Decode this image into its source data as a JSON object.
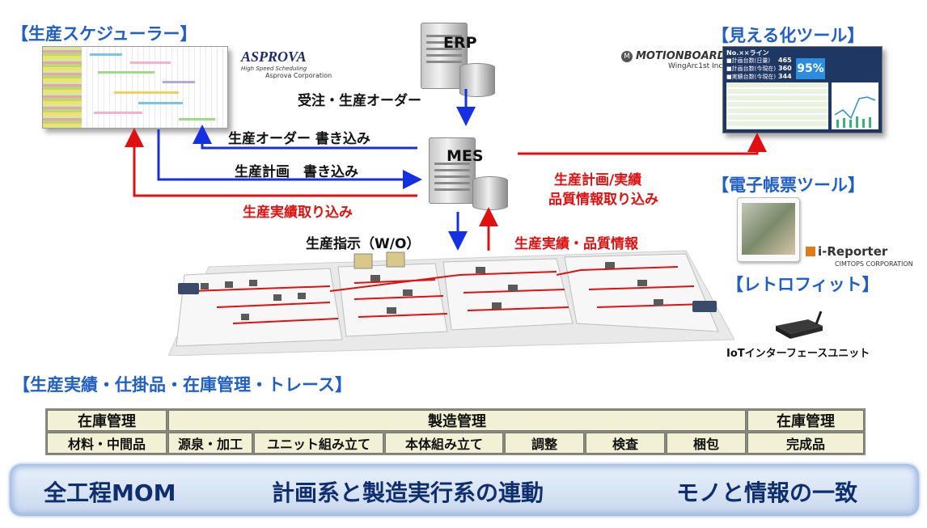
{
  "titles": {
    "scheduler": "【生産スケジューラー】",
    "visualization": "【見える化ツール】",
    "eform": "【電子帳票ツール】",
    "retrofit": "【レトロフィット】",
    "management": "【生産実績・仕掛品・在庫管理・トレース】"
  },
  "logos": {
    "asprova": "ASPROVA",
    "asprova_tagline": "High Speed Scheduling",
    "asprova_corp": "Asprova Corporation",
    "motionboard": "MOTIONBOARD",
    "motionboard_corp": "WingArc1st Inc.",
    "ireporter": "i-Reporter",
    "ireporter_corp": "CIMTOPS CORPORATION"
  },
  "servers": {
    "erp": "ERP",
    "mes": "MES"
  },
  "iot_label": "IoTインターフェースユニット",
  "flows": {
    "order_in": "受注・生産オーダー",
    "order_write": "生産オーダー 書き込み",
    "plan_write": "生産計画　書き込み",
    "actual_import": "生産実績取り込み",
    "plan_actual_line1": "生産計画/実績",
    "plan_actual_line2": "品質情報取り込み",
    "instruction": "生産指示（W/O）",
    "actual_quality": "生産実績・品質情報"
  },
  "dashboard": {
    "header": "No.××ライン",
    "row1": "■計画台数(日量)",
    "row2": "■計画台数(今現在)",
    "row3": "■実績台数(今現在)",
    "v1": "465",
    "v2": "360",
    "v3": "344",
    "rate": "95%"
  },
  "table": {
    "top": [
      "在庫管理",
      "製造管理",
      "在庫管理"
    ],
    "bottom": [
      "材料・中間品",
      "源泉・加工",
      "ユニット組み立て",
      "本体組み立て",
      "調整",
      "検査",
      "梱包",
      "完成品"
    ]
  },
  "footer": [
    "全工程MOM",
    "計画系と製造実行系の連動",
    "モノと情報の一致"
  ],
  "colors": {
    "title_blue": "#1f5fc7",
    "arrow_blue": "#1530e0",
    "arrow_red": "#e01010",
    "footer_text": "#0e2e6e"
  }
}
